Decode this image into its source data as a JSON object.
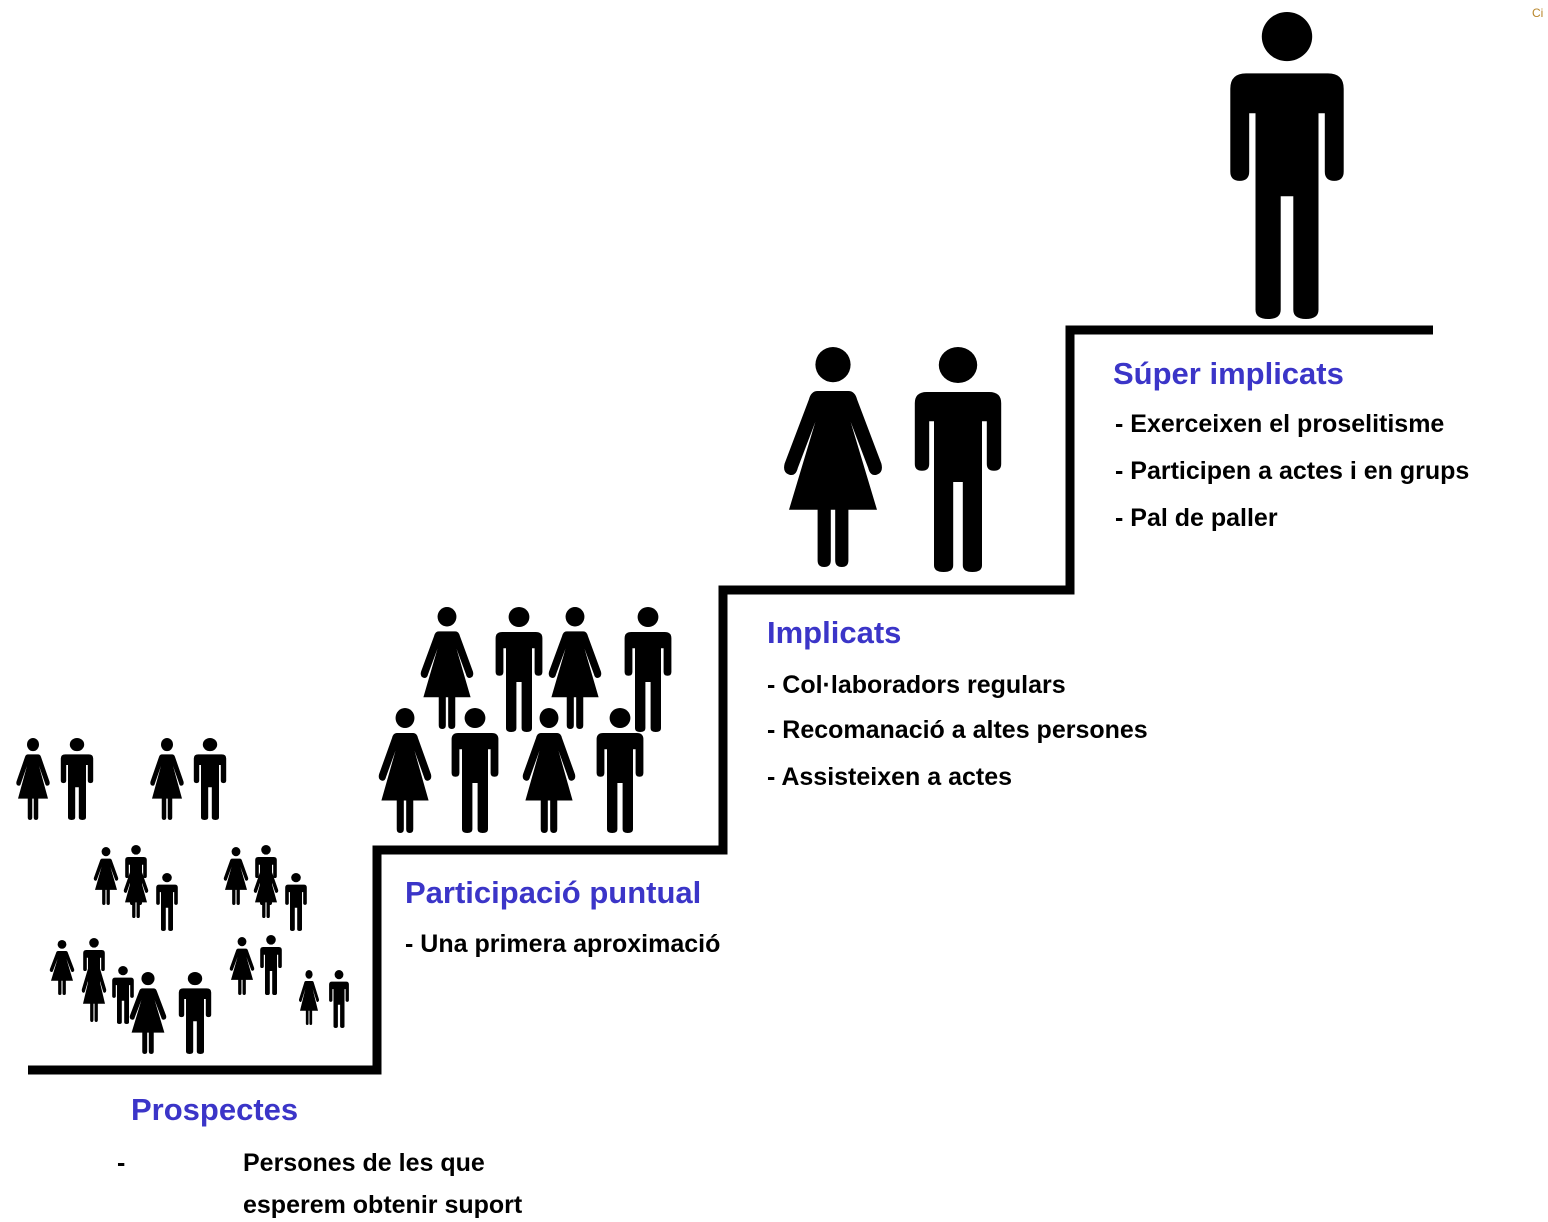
{
  "colors": {
    "title": "#3b35c8",
    "text": "#000000",
    "stair": "#000000",
    "figure": "#000000"
  },
  "stages": [
    {
      "title": "Prospectes",
      "bullets": [
        "-",
        "Persones de les que",
        "esperem obtenir suport"
      ]
    },
    {
      "title": "Participació puntual",
      "bullets": [
        "- Una primera aproximació"
      ]
    },
    {
      "title": "Implicats",
      "bullets": [
        "- Col·laboradors regulars",
        "- Recomanació a altes persones",
        "- Assisteixen a actes"
      ]
    },
    {
      "title": "Súper implicats",
      "bullets": [
        "- Exerceixen el proselitisme",
        "- Participen a actes i en grups",
        "- Pal de paller"
      ]
    }
  ],
  "corner_text": "Ci",
  "icons": {
    "woman": "woman-icon",
    "man": "man-icon"
  }
}
